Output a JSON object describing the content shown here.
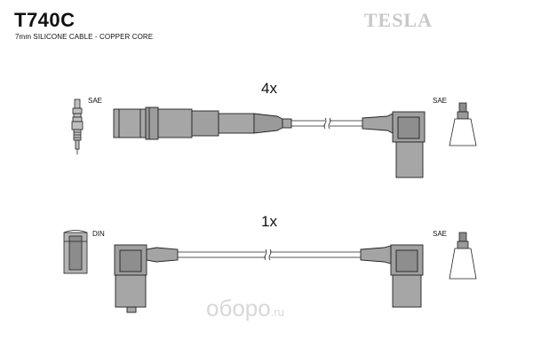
{
  "header": {
    "part_number": "T740C",
    "description": "7mm SILICONE CABLE - COPPER CORE",
    "brand": "TESLA"
  },
  "leads": [
    {
      "quantity": "4x",
      "left_connector_label": "SAE",
      "right_connector_label": "SAE"
    },
    {
      "quantity": "1x",
      "left_connector_label": "DIN",
      "right_connector_label": "SAE"
    }
  ],
  "watermark": {
    "main": "оборо",
    "suffix": ".ru"
  }
}
